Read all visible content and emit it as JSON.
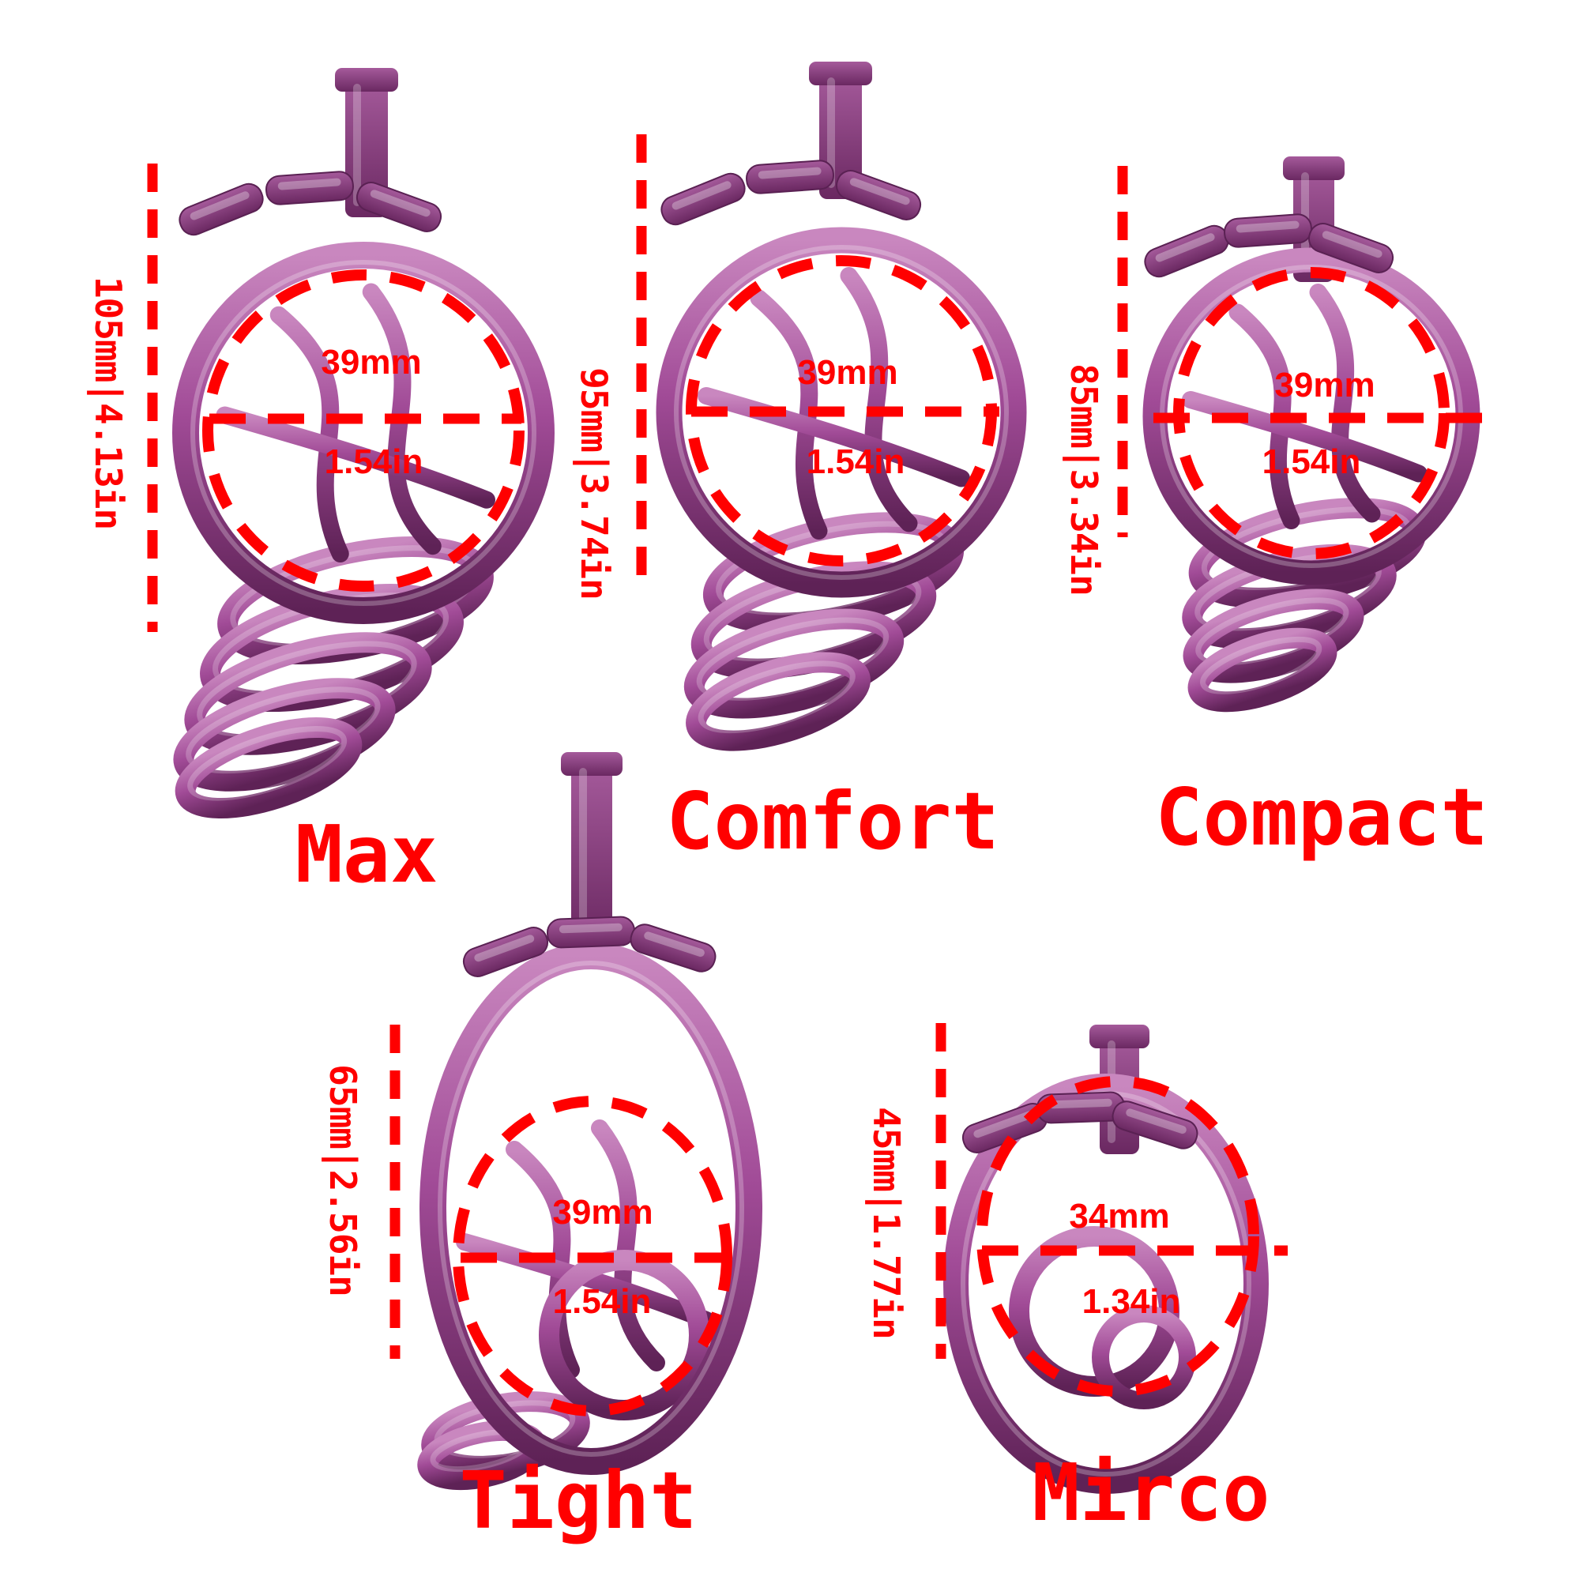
{
  "colors": {
    "annotation_red": "#ff0000",
    "cage_purple": "#a14b97",
    "cage_purple_light": "#c987bf",
    "cage_purple_dark": "#5e2256",
    "background": "#ffffff"
  },
  "products": [
    {
      "name": "Max",
      "length": "105mm|4.13in",
      "diameter_mm": "39mm",
      "diameter_in": "1.54in"
    },
    {
      "name": "Comfort",
      "length": "95mm|3.74in",
      "diameter_mm": "39mm",
      "diameter_in": "1.54in"
    },
    {
      "name": "Compact",
      "length": "85mm|3.34in",
      "diameter_mm": "39mm",
      "diameter_in": "1.54in"
    },
    {
      "name": "Tight",
      "length": "65mm|2.56in",
      "diameter_mm": "39mm",
      "diameter_in": "1.54in"
    },
    {
      "name": "Mirco",
      "length": "45mm|1.77in",
      "diameter_mm": "34mm",
      "diameter_in": "1.34in"
    }
  ]
}
